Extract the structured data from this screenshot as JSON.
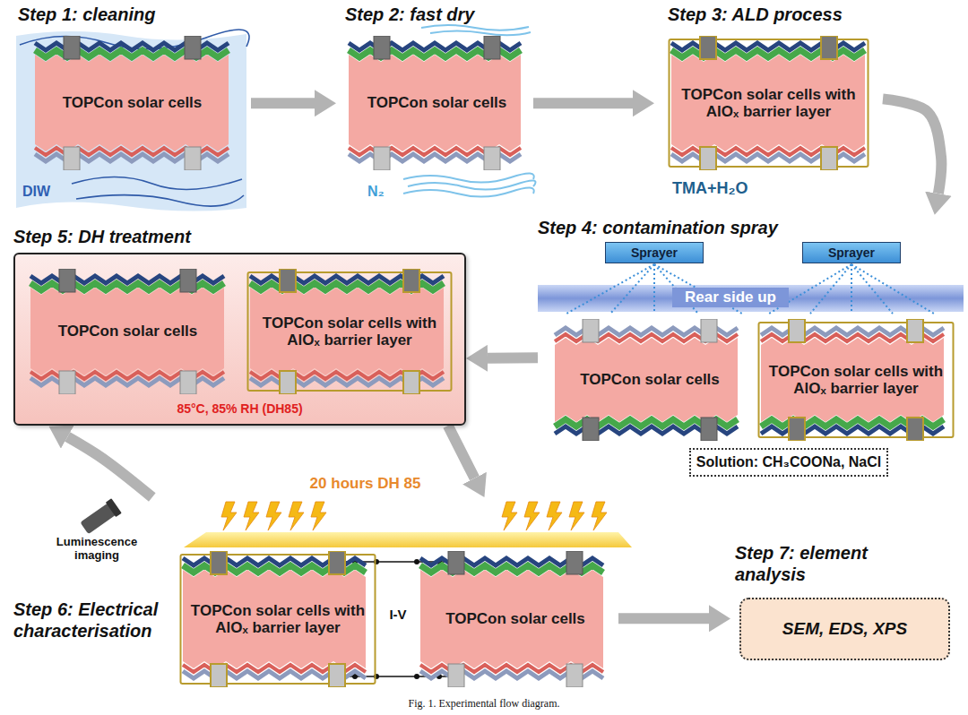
{
  "diagram": {
    "caption": "Fig. 1. Experimental flow diagram.",
    "nodes": [
      {
        "text": [
          "Step 1: cleaning",
          "DIW"
        ]
      },
      {
        "text": [
          "TOPCon solar cells"
        ],
        "in": 0
      },
      {
        "text": [
          "Step 2: fast dry",
          "N₂"
        ]
      },
      {
        "text": [
          "TOPCon solar cells"
        ],
        "in": 2
      },
      {
        "text": [
          "Step 3: ALD process",
          "TMA+H₂O"
        ]
      },
      {
        "text": [
          "TOPCon solar cells with AlOₓ barrier layer"
        ],
        "in": 4
      },
      {
        "text": [
          "Step 4: contamination spray",
          "Rear side up"
        ]
      },
      {
        "text": [
          "Sprayer"
        ],
        "in": 6
      },
      {
        "text": [
          "Sprayer"
        ],
        "in": 6
      },
      {
        "text": [
          "TOPCon solar cells"
        ],
        "in": 6
      },
      {
        "text": [
          "TOPCon solar cells with AlOₓ barrier layer"
        ],
        "in": 6
      },
      {
        "text": [
          "Solution: CH₃COONa, NaCl"
        ],
        "in": 6
      },
      {
        "text": [
          "Step 5: DH treatment",
          "85°C, 85% RH (DH85)"
        ]
      },
      {
        "text": [
          "TOPCon solar cells"
        ],
        "in": 12
      },
      {
        "text": [
          "TOPCon solar cells with AlOₓ barrier layer"
        ],
        "in": 12
      },
      {
        "text": [
          "Step 6: Electrical characterisation"
        ]
      },
      {
        "text": [
          "TOPCon solar cells with AlOₓ barrier layer"
        ],
        "in": 15
      },
      {
        "text": [
          "TOPCon solar cells"
        ],
        "in": 15
      },
      {
        "text": [
          "Step 7: element analysis",
          "SEM, EDS, XPS"
        ]
      }
    ],
    "edges": [
      {
        "from": 0,
        "to": 2,
        "arrow": "to"
      },
      {
        "from": 2,
        "to": 4,
        "arrow": "to"
      },
      {
        "from": 4,
        "to": 6,
        "arrow": "to"
      },
      {
        "from": 6,
        "to": 12,
        "arrow": "to"
      },
      {
        "from": 12,
        "to": 15,
        "arrow": "to"
      },
      {
        "from": 15,
        "to": 12,
        "arrow": "to"
      },
      {
        "from": 15,
        "to": 18,
        "arrow": "to"
      }
    ],
    "labels": [
      "Luminescence imaging",
      "20 hours DH 85",
      "I-V"
    ]
  }
}
